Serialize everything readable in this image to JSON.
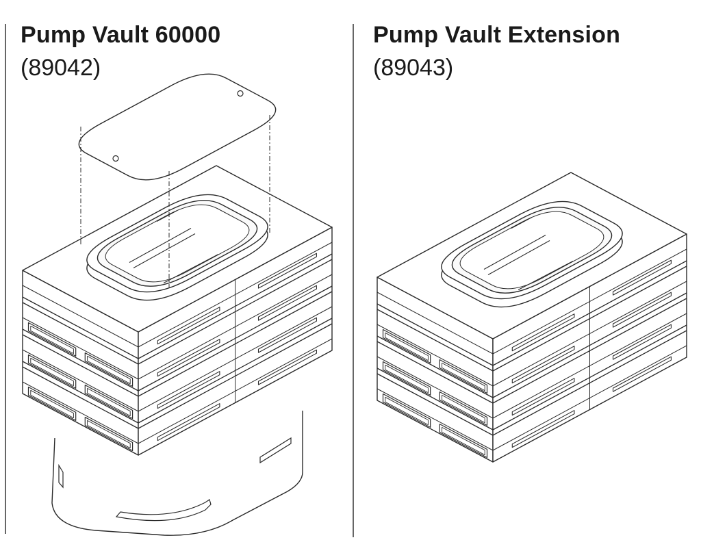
{
  "panels": [
    {
      "title": "Pump Vault 60000",
      "part_number": "(89042)"
    },
    {
      "title": "Pump Vault Extension",
      "part_number": "(89043)"
    }
  ],
  "colors": {
    "line": "#2a2a2a",
    "divider": "#666666",
    "background": "#ffffff"
  }
}
